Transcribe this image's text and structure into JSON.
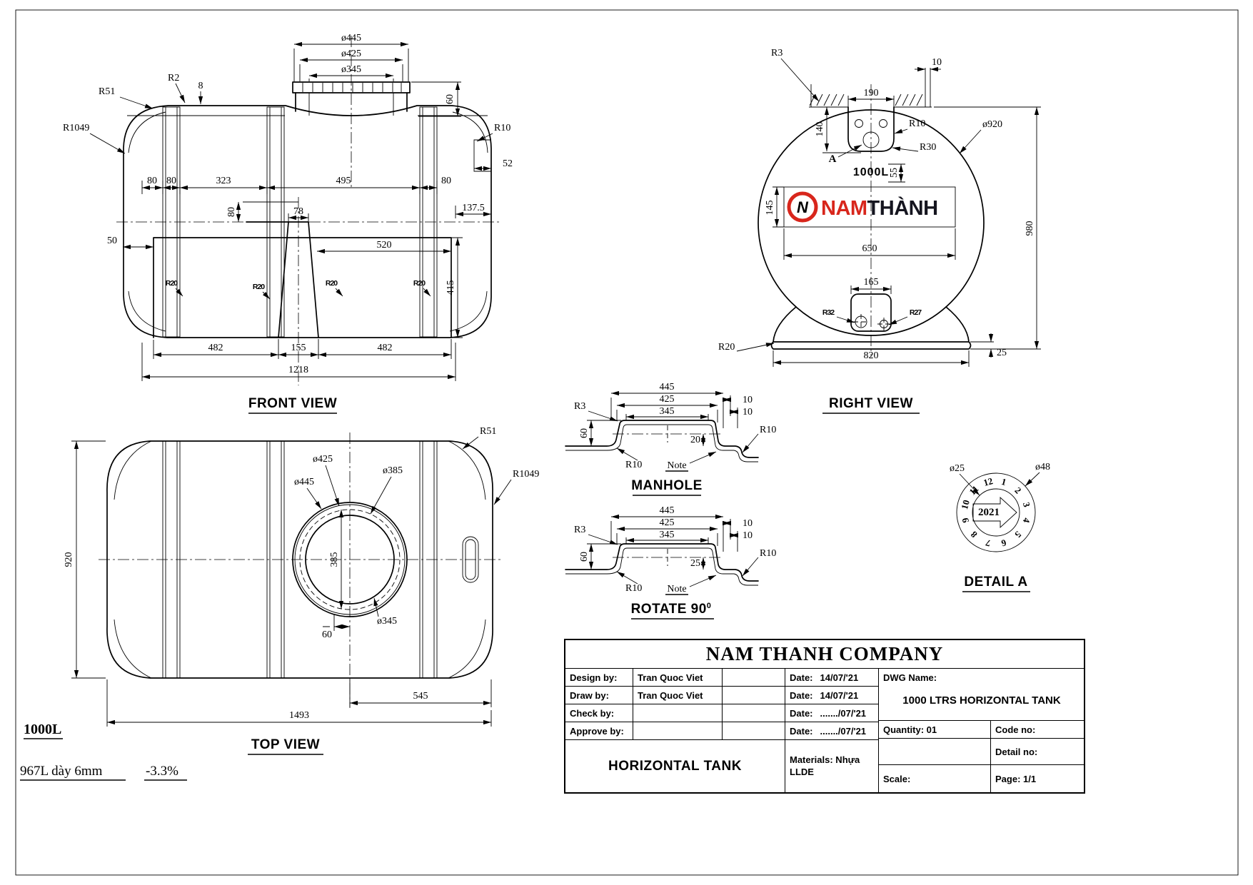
{
  "front_view": {
    "title": "FRONT VIEW",
    "dims": {
      "phi445": "ø445",
      "phi425": "ø425",
      "phi345": "ø345",
      "r51": "R51",
      "r2": "R2",
      "n8": "8",
      "r1049": "R1049",
      "n60": "60",
      "r10": "R10",
      "n52": "52",
      "n80a": "80",
      "n80b": "80",
      "n323": "323",
      "n495": "495",
      "n80c": "80",
      "n137_5": "137.5",
      "n80v": "80",
      "n78": "78",
      "n50": "50",
      "n520": "520",
      "n415": "415",
      "rib1": "R20",
      "rib2": "R20",
      "rib3": "R20",
      "rib4": "R20",
      "n482a": "482",
      "n155": "155",
      "n482b": "482",
      "n1218": "1218"
    }
  },
  "right_view": {
    "title": "RIGHT VIEW",
    "molded_text": "1000L",
    "section_label": "A",
    "logo": {
      "n": "N",
      "nam": "NAM",
      "thanh": "THÀNH",
      "red": "#d8261c",
      "dark": "#15151f"
    },
    "dims": {
      "r3": "R3",
      "n10": "10",
      "n190": "190",
      "n140": "140",
      "r10": "R10",
      "phi920": "ø920",
      "r30": "R30",
      "n55": "55",
      "n145": "145",
      "n650": "650",
      "n980": "980",
      "n165": "165",
      "fit_left": "R32",
      "fit_right": "R27",
      "r20": "R20",
      "n820": "820",
      "n25": "25"
    }
  },
  "top_view": {
    "title": "TOP VIEW",
    "dims": {
      "r51": "R51",
      "r1049": "R1049",
      "phi425": "ø425",
      "phi385": "ø385",
      "phi445": "ø445",
      "phi345": "ø345",
      "n920": "920",
      "n385": "385",
      "n60": "60",
      "n545": "545",
      "n1493": "1493"
    }
  },
  "manhole_detail": {
    "title": "MANHOLE",
    "note": "Note",
    "dims": {
      "n445": "445",
      "n425": "425",
      "n345": "345",
      "n10a": "10",
      "n10b": "10",
      "r3": "R3",
      "n60": "60",
      "r10a": "R10",
      "r10b": "R10",
      "n20": "20"
    }
  },
  "rotate_detail": {
    "title": "ROTATE 90",
    "title_sup": "0",
    "note": "Note",
    "dims": {
      "n445": "445",
      "n425": "425",
      "n345": "345",
      "n10a": "10",
      "n10b": "10",
      "r3": "R3",
      "n60": "60",
      "r10a": "R10",
      "r10b": "R10",
      "n25": "25"
    }
  },
  "detail_a": {
    "title": "DETAIL A",
    "phi25": "ø25",
    "phi48": "ø48",
    "year": "2021",
    "numbers": [
      "1",
      "2",
      "3",
      "4",
      "5",
      "6",
      "7",
      "8",
      "9",
      "10",
      "11",
      "12"
    ]
  },
  "notes": {
    "capacity": "1000L",
    "volume": "967L dày 6mm",
    "shrink": "-3.3%"
  },
  "title_block": {
    "company": "NAM THANH COMPANY",
    "rows": [
      {
        "label": "Design by:",
        "name": "Tran Quoc Viet",
        "date_label": "Date:",
        "date": "14/07/'21"
      },
      {
        "label": "Draw by:",
        "name": "Tran Quoc Viet",
        "date_label": "Date:",
        "date": "14/07/'21"
      },
      {
        "label": "Check by:",
        "name": "",
        "date_label": "Date:",
        "date": "......./07/'21"
      },
      {
        "label": "Approve by:",
        "name": "",
        "date_label": "Date:",
        "date": "......./07/'21"
      }
    ],
    "dwg_name_label": "DWG Name:",
    "dwg_name": "1000 LTRS HORIZONTAL TANK",
    "quantity": "Quantity: 01",
    "code_no": "Code no:",
    "detail_no": "Detail no:",
    "scale": "Scale:",
    "page": "Page: 1/1",
    "product": "HORIZONTAL TANK",
    "materials_line1": "Materials: Nhựa",
    "materials_line2": "LLDE"
  }
}
